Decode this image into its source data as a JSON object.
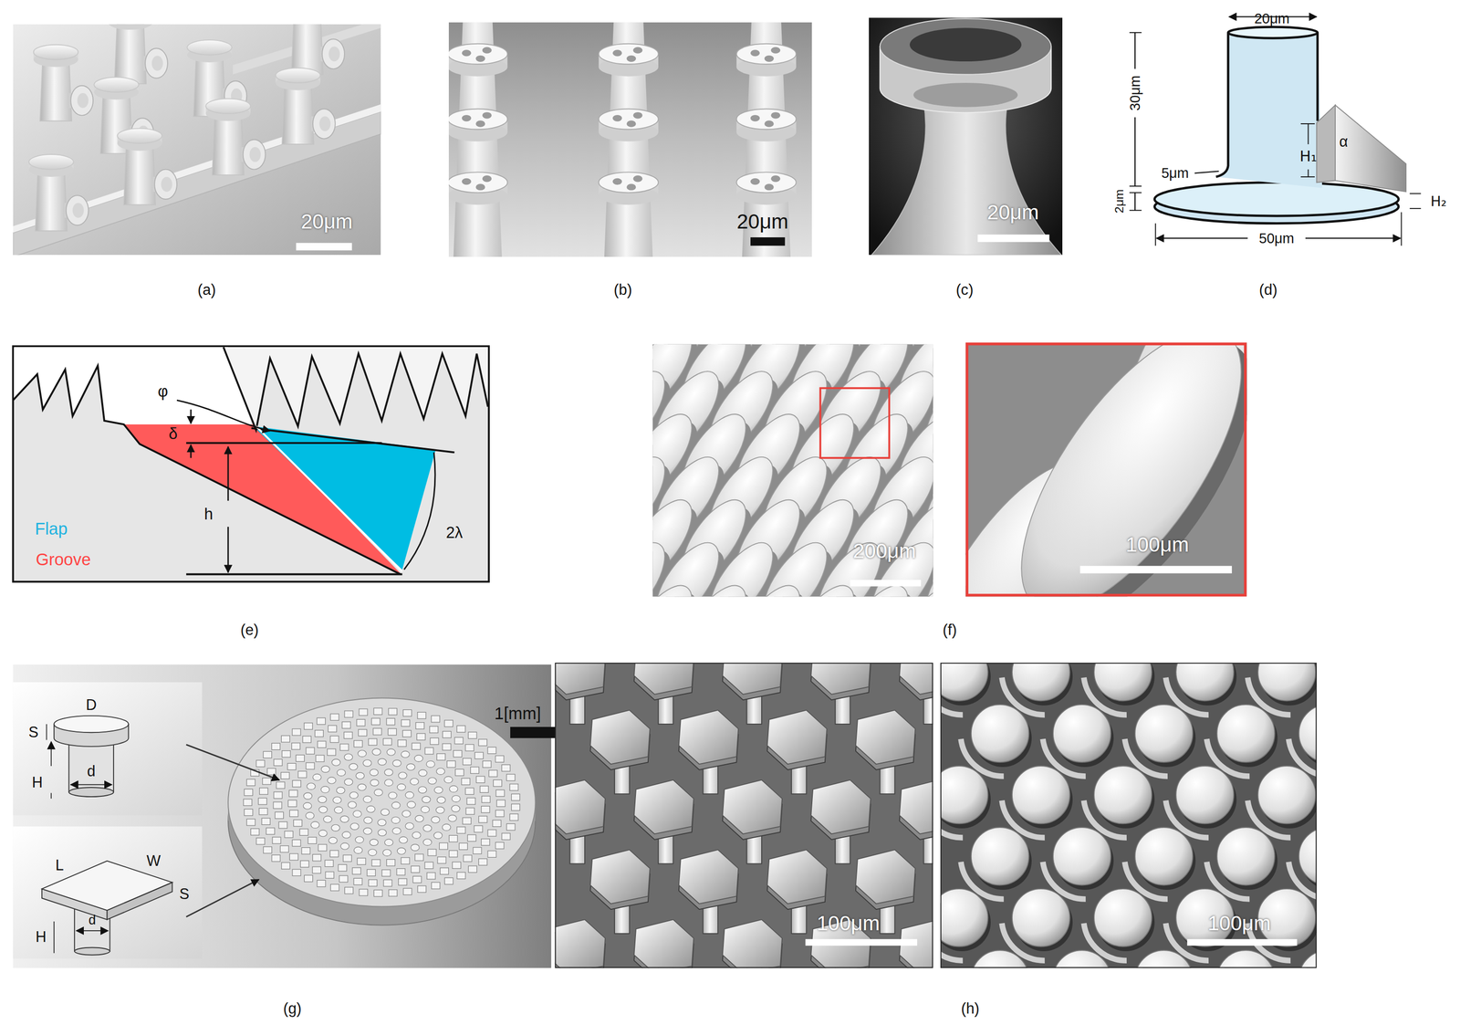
{
  "diagram": {
    "labels": [
      "20μm",
      "(a)",
      "20μm",
      "(b)",
      "20μm",
      "(c)",
      "20μm",
      "30μm",
      "5μm",
      "H₁",
      "α",
      "H₂",
      "2μm",
      "50μm",
      "(d)",
      "φ",
      "δ",
      "h",
      "2λ",
      "Flap",
      "Groove",
      "(e)",
      "200μm",
      "100μm",
      "(f)",
      "S",
      "D",
      "H",
      "d",
      "L",
      "W",
      "S",
      "H",
      "d",
      "1[mm]",
      "(g)",
      "100μm",
      "100μm",
      "(h)"
    ]
  }
}
